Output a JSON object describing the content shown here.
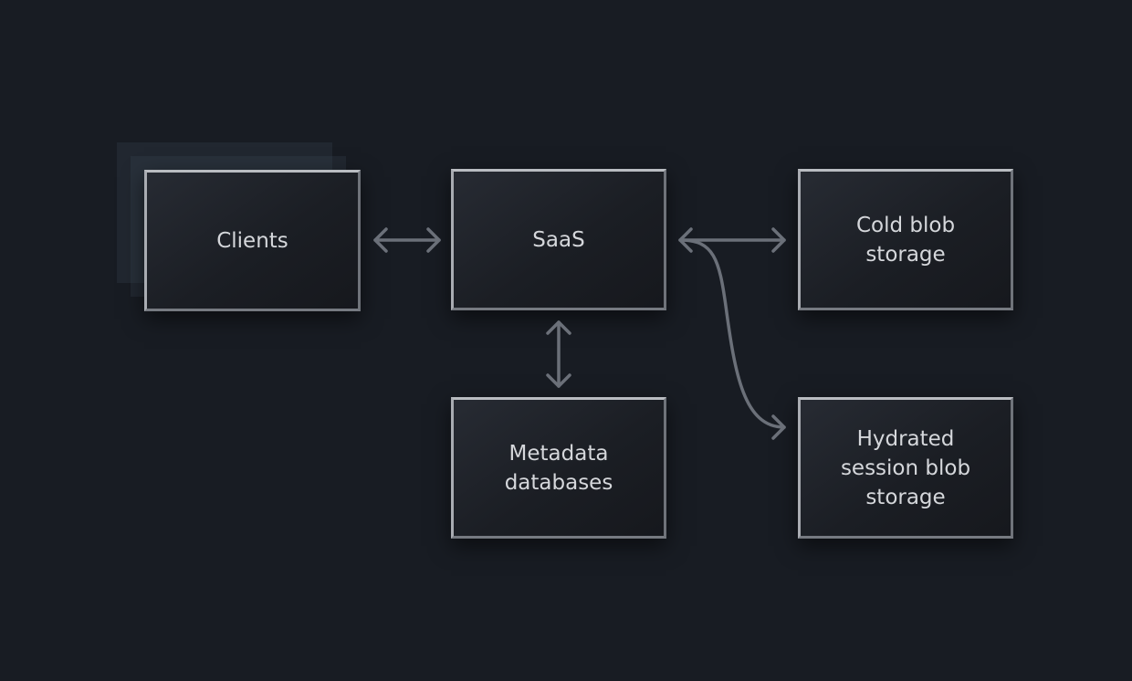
{
  "nodes": {
    "clients": "Clients",
    "saas": "SaaS",
    "cold_storage": "Cold blob\nstorage",
    "metadata": "Metadata\ndatabases",
    "hydrated": "Hydrated\nsession blob\nstorage"
  },
  "colors": {
    "background": "#181c23",
    "node_border": "#8c9097",
    "arrow": "#6b7079",
    "text": "#d5d7db"
  }
}
